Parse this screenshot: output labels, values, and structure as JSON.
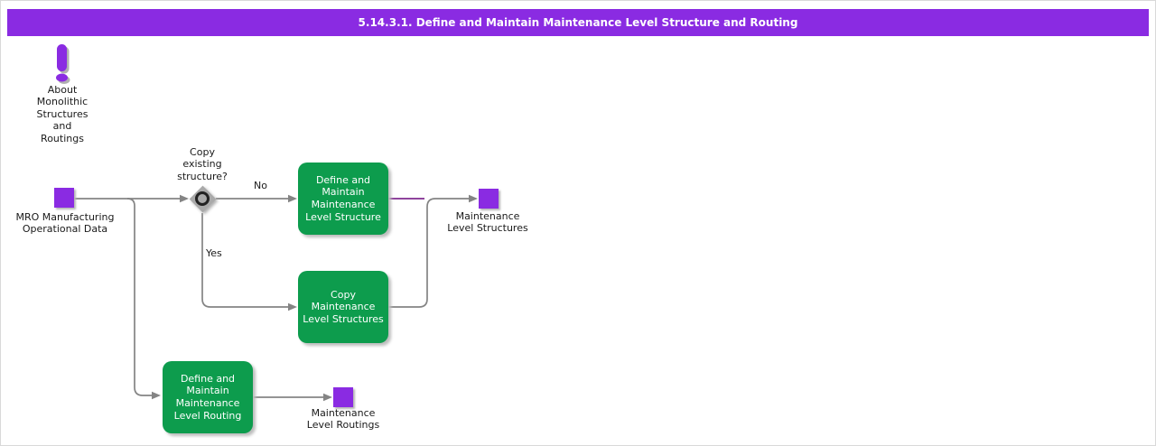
{
  "title_bar": {
    "text": "5.14.3.1. Define and Maintain Maintenance Level Structure and Routing",
    "bg_color": "#8a2be2"
  },
  "colors": {
    "accent_purple": "#8a2be2",
    "task_green": "#0d9c4d",
    "line_gray": "#848484",
    "connector_purple": "#7f2a8f",
    "gateway_gray": "#a9a9a9"
  },
  "info_note": {
    "icon": "exclamation-icon",
    "label": "About\nMonolithic\nStructures\nand\nRoutings"
  },
  "nodes": {
    "start": {
      "label": "MRO Manufacturing\nOperational Data"
    },
    "decision": {
      "question": "Copy\nexisting\nstructure?",
      "no_label": "No",
      "yes_label": "Yes"
    },
    "task_structure": {
      "label": "Define and\nMaintain\nMaintenance\nLevel Structure"
    },
    "task_copy": {
      "label": "Copy\nMaintenance\nLevel Structures"
    },
    "task_routing": {
      "label": "Define and\nMaintain\nMaintenance\nLevel Routing"
    },
    "end_structures": {
      "label": "Maintenance\nLevel Structures"
    },
    "end_routings": {
      "label": "Maintenance\nLevel Routings"
    }
  }
}
